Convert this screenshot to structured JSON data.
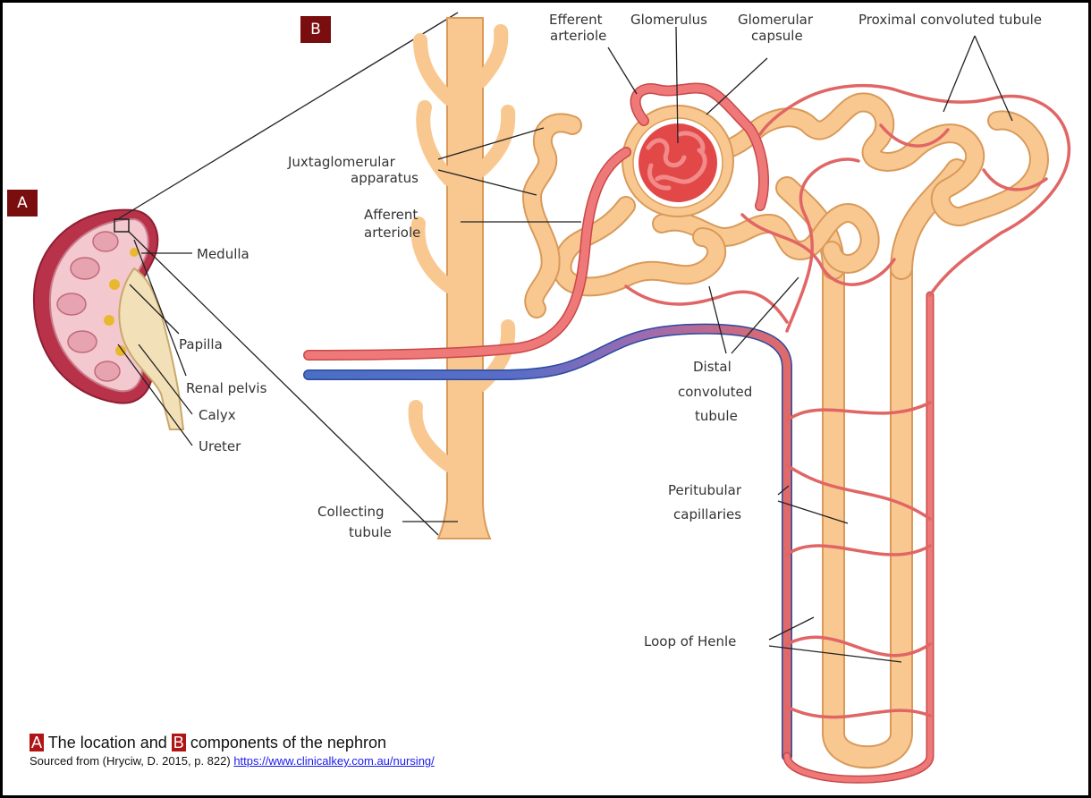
{
  "badges": {
    "a": "A",
    "b": "B"
  },
  "labels": {
    "efferent_arteriole": [
      "Efferent",
      "arteriole"
    ],
    "glomerulus": "Glomerulus",
    "glomerular_capsule": [
      "Glomerular",
      "capsule"
    ],
    "proximal_convoluted_tubule": "Proximal convoluted tubule",
    "juxtaglomerular_apparatus": [
      "Juxtaglomerular",
      "apparatus"
    ],
    "afferent_arteriole": [
      "Afferent",
      "arteriole"
    ],
    "distal_convoluted_tubule": [
      "Distal",
      "convoluted",
      "tubule"
    ],
    "peritubular_capillaries": [
      "Peritubular",
      "capillaries"
    ],
    "collecting_tubule": [
      "Collecting",
      "tubule"
    ],
    "loop_of_henle": "Loop of Henle",
    "medulla": "Medulla",
    "papilla": "Papilla",
    "renal_pelvis": "Renal pelvis",
    "calyx": "Calyx",
    "ureter": "Ureter"
  },
  "caption": {
    "badge_a": "A",
    "text_1": " The location and ",
    "badge_b": "B",
    "text_2": " components of the nephron",
    "source_text": "Sourced from (Hryciw, D. 2015, p. 822) ",
    "source_link": "https://www.clinicalkey.com.au/nursing/"
  },
  "colors": {
    "tubule_fill": "#f9c891",
    "tubule_edge": "#d99a5a",
    "vessel_red": "#e15a5a",
    "vein_blue": "#4a6fc4",
    "badge": "#7a0e0e"
  }
}
